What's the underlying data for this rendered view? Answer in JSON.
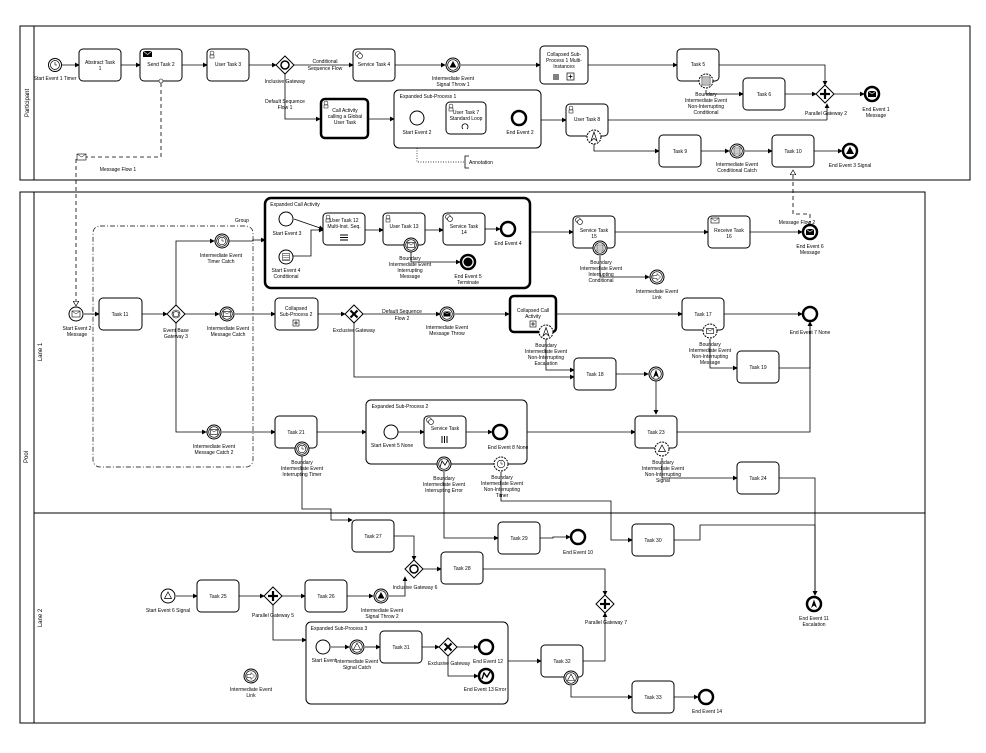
{
  "pools": {
    "participant": "Participant",
    "pool": "Pool",
    "lane1": "Lane 1",
    "lane2": "Lane 2"
  },
  "labels": {
    "start1": "Start Event 1 Timer",
    "abstract1a": "Abstract Task",
    "abstract1b": "1",
    "send2": "Send Task 2",
    "user3": "User Task 3",
    "incl_gw": "Inclusive Gateway",
    "cond_flow_a": "Conditional",
    "cond_flow_b": "Sequence Flow",
    "service4": "Service Task 4",
    "int_sig_throw1a": "Intermediate Event",
    "int_sig_throw1b": "Signal Throw 1",
    "collapsed1a": "Collapsed Sub-",
    "collapsed1b": "Process 1 Multi-",
    "collapsed1c": "Instances",
    "task5": "Task 5",
    "bnd_cond_a": "Boundary",
    "bnd_cond_b": "Intermediate Event",
    "bnd_cond_c": "Non-Interrupting",
    "bnd_cond_d": "Conditional",
    "task6": "Task 6",
    "par_gw2": "Parallel Gateway 2",
    "end1a": "End Event 1",
    "end1b": "Message",
    "default_seq1a": "Default Sequence",
    "default_seq1b": "Flow 1",
    "call_act_a": "Call Activity",
    "call_act_b": "calling a Global",
    "call_act_c": "User Task",
    "exp_sub1": "Expanded Sub-Process 1",
    "start2": "Start Event 2",
    "user7a": "User Task 7",
    "user7b": "Standard Loop",
    "end2": "End Event 2",
    "user8": "User Task 8",
    "annotation": "Annotation",
    "task9": "Task 9",
    "int_cond_catch_a": "Intermediate Event",
    "int_cond_catch_b": "Conditional Catch",
    "task10": "Task 10",
    "end3": "End Event 3 Signal",
    "msg_flow1": "Message Flow 1",
    "msg_flow2": "Message Flow 2",
    "group": "Group",
    "exp_call": "Expanded Call Activity",
    "start3": "Start Event 3",
    "start4a": "Start Event 4",
    "start4b": "Conditional",
    "user12a": "User Task 12",
    "user12b": "Multi-Inst. Seq.",
    "user13": "User Task 13",
    "service14a": "Service Task",
    "service14b": "14",
    "end4": "End Event 4",
    "bnd_int_msg_a": "Boundary",
    "bnd_int_msg_b": "Intermediate Event",
    "bnd_int_msg_c": "Interrupting",
    "bnd_int_msg_d": "Message",
    "end5a": "End Event 5",
    "end5b": "Terminate",
    "service15a": "Service Task",
    "service15b": "15",
    "bnd_int_cond_a": "Boundary",
    "bnd_int_cond_b": "Intermediate Event",
    "bnd_int_cond_c": "Interrupting",
    "bnd_int_cond_d": "Conditional",
    "receive16a": "Receive Task",
    "receive16b": "16",
    "end6a": "End Event 6",
    "end6b": "Message",
    "int_link_a": "Intermediate Event",
    "int_link_b": "Link",
    "timer_catch_a": "Intermediate Event",
    "timer_catch_b": "Timer Catch",
    "start_msg_a": "Start Event 2",
    "start_msg_b": "Message",
    "task11": "Task 11",
    "evb_gw_a": "Event Base",
    "evb_gw_b": "Gateway 3",
    "msg_catch_a": "Intermediate Event",
    "msg_catch_b": "Message Catch",
    "collapsed2a": "Collapsed",
    "collapsed2b": "Sub-Process 2",
    "excl_gw": "Exclusive Gateway",
    "default_seq2a": "Default Sequence",
    "default_seq2b": "Flow 2",
    "msg_throw_a": "Intermediate Event",
    "msg_throw_b": "Message Throw",
    "collapsed_call_a": "Collapsed Call",
    "collapsed_call_b": "Activity",
    "bnd_esc_a": "Boundary",
    "bnd_esc_b": "Intermediate Event",
    "bnd_esc_c": "Non-Interrupting",
    "bnd_esc_d": "Escalation",
    "task17": "Task 17",
    "bnd_nmsg_a": "Boundary",
    "bnd_nmsg_b": "Intermediate Event",
    "bnd_nmsg_c": "Non-Interrupting",
    "bnd_nmsg_d": "Message",
    "end7": "End Event 7 None",
    "task18": "Task 18",
    "task19": "Task 19",
    "msg_catch2a": "Intermediate Event",
    "msg_catch2b": "Message Catch 2",
    "task21": "Task 21",
    "bnd_timer_a": "Boundary",
    "bnd_timer_b": "Intermediate Event",
    "bnd_timer_c": "Interrupting Timer",
    "exp_sub2": "Expanded Sub-Process 2",
    "start5": "Start Event 5 None",
    "service_task": "Service Task",
    "end8": "End Event 8 None",
    "bnd_err_a": "Boundary",
    "bnd_err_b": "Intermediate Event",
    "bnd_err_c": "Interrupting Error",
    "bnd_ntimer_a": "Boundary",
    "bnd_ntimer_b": "Intermediate Event",
    "bnd_ntimer_c": "Non-Interrupting",
    "bnd_ntimer_d": "Timer",
    "task23": "Task 23",
    "bnd_sig_a": "Boundary",
    "bnd_sig_b": "Intermediate Event",
    "bnd_sig_c": "Non-Interrupting",
    "bnd_sig_d": "Signal",
    "task24": "Task 24",
    "task27": "Task 27",
    "task29": "Task 29",
    "end10": "End Event 10",
    "task30": "Task 30",
    "task28": "Task 28",
    "incl_gw6": "Inclusive Gateway 6",
    "start6": "Start Event 6 Signal",
    "task25": "Task 25",
    "par_gw5": "Parallel Gateway 5",
    "task26": "Task 26",
    "sig_throw2a": "Intermediate Event",
    "sig_throw2b": "Signal Throw 2",
    "par_gw7": "Parallel Gateway 7",
    "end11a": "End Event 11",
    "end11b": "Escalation",
    "exp_sub3": "Expanded Sub-Process 3",
    "start_ev": "Start Event",
    "sig_catch_a": "Intermediate Event",
    "sig_catch_b": "Signal Catch",
    "task31": "Task 31",
    "excl_gw2": "Exclusive Gateway",
    "end12": "End Event 12",
    "end13": "End Event 13 Error",
    "task32": "Task 32",
    "int_link2a": "Intermediate Event",
    "int_link2b": "Link",
    "task33": "Task 33",
    "end14": "End Event 14"
  }
}
